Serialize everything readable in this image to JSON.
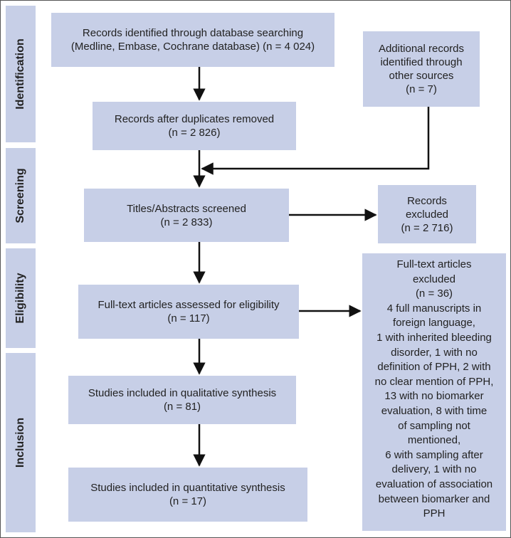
{
  "stages": {
    "identification": "Identification",
    "screening": "Screening",
    "eligibility": "Eligibility",
    "inclusion": "Inclusion"
  },
  "boxes": {
    "records_identified": {
      "line1": "Records identified through database searching",
      "line2": "(Medline, Embase, Cochrane database) (n = 4 024)"
    },
    "additional_records": {
      "line1": "Additional records",
      "line2": "identified through",
      "line3": "other sources",
      "line4": "(n = 7)"
    },
    "after_duplicates": {
      "line1": "Records after duplicates removed",
      "line2": "(n = 2 826)"
    },
    "titles_screened": {
      "line1": "Titles/Abstracts screened",
      "line2": "(n = 2 833)"
    },
    "records_excluded": {
      "line1": "Records",
      "line2": "excluded",
      "line3": "(n = 2 716)"
    },
    "fulltext_assessed": {
      "line1": "Full-text articles assessed for eligibility",
      "line2": "(n = 117)"
    },
    "fulltext_excluded": {
      "lines": [
        "Full-text articles",
        "excluded",
        "(n = 36)",
        "4 full manuscripts in",
        "foreign language,",
        "1 with inherited bleeding",
        "disorder, 1 with no",
        "definition of PPH, 2 with",
        "no clear mention of PPH,",
        "13 with no biomarker",
        "evaluation, 8 with time",
        "of sampling not",
        "mentioned,",
        "6 with sampling after",
        "delivery, 1 with no",
        "evaluation of association",
        "between biomarker and",
        "PPH"
      ]
    },
    "qualitative": {
      "line1": "Studies included in qualitative synthesis",
      "line2": "(n = 81)"
    },
    "quantitative": {
      "line1": "Studies included in quantitative synthesis",
      "line2": "(n = 17)"
    }
  },
  "colors": {
    "box_fill": "#c7cfe7",
    "arrow": "#111111"
  }
}
